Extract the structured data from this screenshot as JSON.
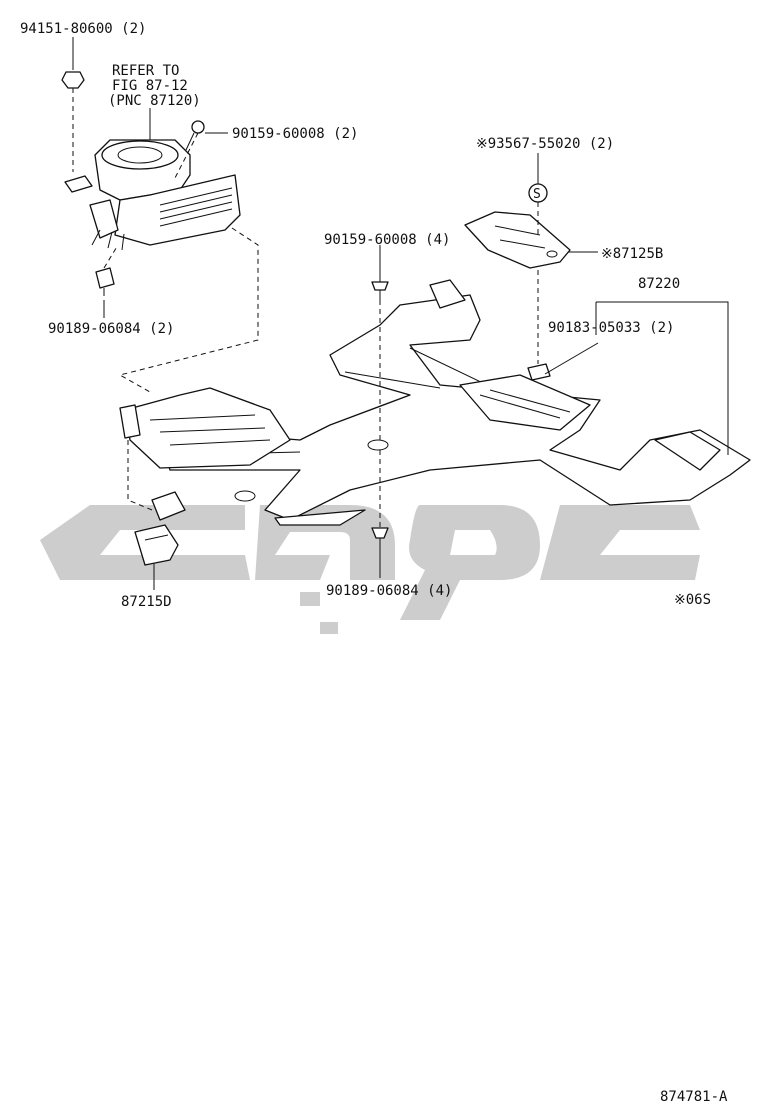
{
  "labels": {
    "p94151": "94151-80600 (2)",
    "refer1": "REFER TO",
    "refer2": "FIG 87-12",
    "refer3": "(PNC 87120)",
    "p90159_top": "90159-60008 (2)",
    "p93567": "※93567-55020 (2)",
    "s_mark": "S",
    "p90159_mid": "90159-60008 (4)",
    "p87125B": "※87125B",
    "p87220": "87220",
    "p90183": "90183-05033 (2)",
    "p90189_left": "90189-06084 (2)",
    "p87215D": "87215D",
    "p90189_bottom": "90189-06084 (4)",
    "note_06s": "※06S",
    "diagram_id": "874781-A"
  },
  "colors": {
    "line": "#111111",
    "watermark": "#c4c4c4",
    "background": "#ffffff"
  }
}
